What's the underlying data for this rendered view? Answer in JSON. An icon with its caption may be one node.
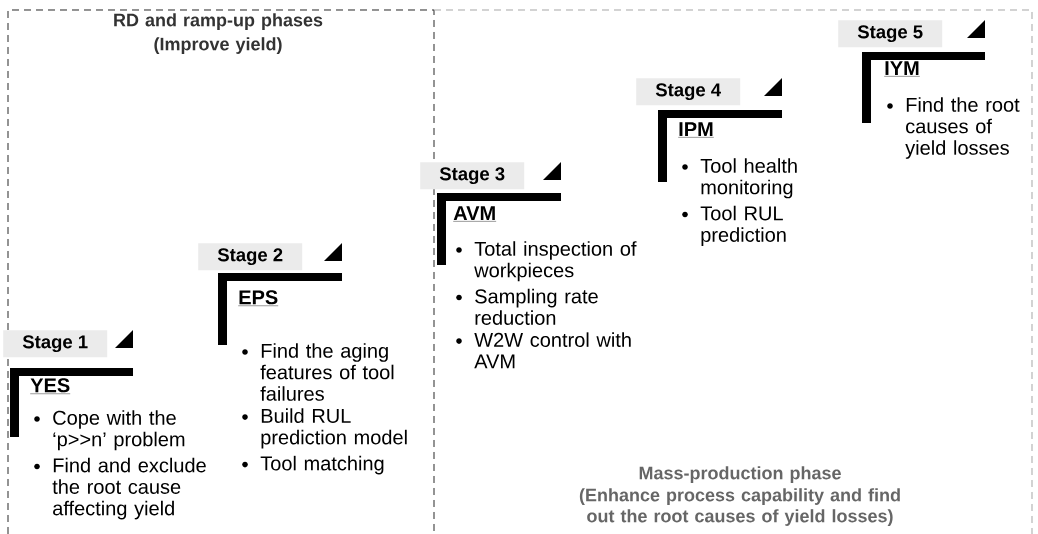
{
  "diagram": {
    "nodes": [
      {
        "text": [
          "RD and ramp-up phases",
          "(Improve yield)"
        ]
      },
      {
        "text": [
          "Mass-production phase",
          "(Enhance process capability and find out the root causes of yield losses)"
        ]
      },
      {
        "text": [
          "Stage 1",
          "YES",
          "Cope with the ‘p>>n’ problem",
          "Find and exclude the root cause affecting yield"
        ],
        "in": 0
      },
      {
        "text": [
          "Stage 2",
          "EPS",
          "Find the aging features of tool failures",
          "Build RUL prediction model",
          "Tool matching"
        ],
        "in": 0
      },
      {
        "text": [
          "Stage 3",
          "AVM",
          "Total inspection of workpieces",
          "Sampling rate reduction",
          "W2W control with AVM"
        ]
      },
      {
        "text": [
          "Stage 4",
          "IPM",
          "Tool health monitoring",
          "Tool RUL prediction"
        ],
        "in": 1
      },
      {
        "text": [
          "Stage 5",
          "IYM",
          "Find the root causes of yield losses"
        ],
        "in": 1
      }
    ]
  }
}
